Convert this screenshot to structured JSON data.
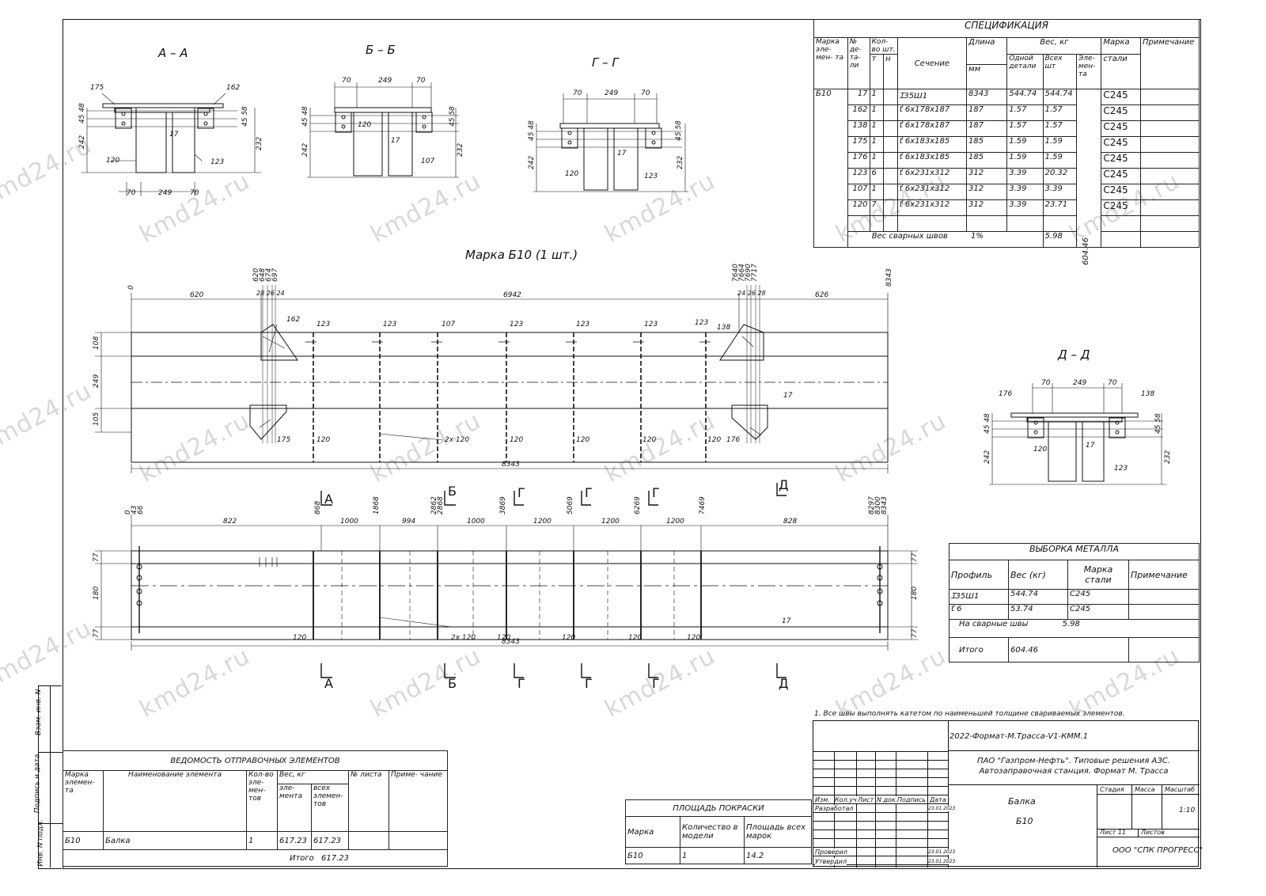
{
  "watermark": "kmd24.ru",
  "sections": {
    "aa": "А – А",
    "bb": "Б – Б",
    "gg": "Г – Г",
    "dd": "Д – Д",
    "mark": "Марка Б10 (1 шт.)"
  },
  "section_cut_labels": [
    "А",
    "Б",
    "Г",
    "Г",
    "Г",
    "Д"
  ],
  "section_dims": {
    "flange": "249",
    "edge": "70",
    "height_l": "242",
    "height_r": "232",
    "hole_l": "45 48",
    "hole_r": "45 58",
    "web": "17",
    "s_aa_parts": [
      "175",
      "162",
      "120",
      "123"
    ],
    "s_bb_parts": [
      "120",
      "107"
    ],
    "s_gg_parts": [
      "120",
      "123"
    ],
    "s_dd_parts": [
      "176",
      "138",
      "120",
      "123"
    ]
  },
  "elev1": {
    "start": "0",
    "d1": "620",
    "d2": "6942",
    "d3": "626",
    "total": "8343",
    "left_ticks": [
      "620",
      "648",
      "674",
      "697"
    ],
    "right_ticks": [
      "7640",
      "7664",
      "7690",
      "7717"
    ],
    "left_stack": "28 26 24",
    "right_stack": "24 26 28",
    "vdims": [
      "108",
      "249",
      "105"
    ],
    "callouts": [
      "162",
      "123",
      "123",
      "107",
      "123",
      "123",
      "123",
      "123",
      "138",
      "17",
      "175",
      "120",
      "2х 120",
      "120",
      "120",
      "120",
      "120",
      "176"
    ]
  },
  "elev2": {
    "ticks": [
      "0",
      "43",
      "66",
      "868",
      "1868",
      "2862",
      "2868",
      "3869",
      "5069",
      "6269",
      "7469",
      "8297",
      "8300",
      "8343"
    ],
    "dims": [
      "822",
      "1000",
      "994",
      "1000",
      "1200",
      "1200",
      "1200",
      "828"
    ],
    "total": "8343",
    "vdims": [
      "77",
      "180",
      "77"
    ],
    "callouts": [
      "17",
      "120",
      "2х 120",
      "120",
      "120",
      "120",
      "120"
    ]
  },
  "spec": {
    "title": "СПЕЦИФИКАЦИЯ",
    "headers": {
      "mark": "Марка эле- мен- та",
      "no": "№ де- та- ли",
      "qty": "Кол-во шт.",
      "t": "т",
      "n": "н",
      "section": "Сечение",
      "length": "Длина",
      "mm": "мм",
      "weight": "Вес, кг",
      "one": "Одной детали",
      "all": "Всех шт",
      "elem": "Эле- мен- та",
      "steel": "Марка",
      "steel2": "стали",
      "note": "Примечание"
    },
    "element_mark": "Б10",
    "rows": [
      {
        "no": "17",
        "qty": "1",
        "section": "Ɪ35Ш1",
        "length": "8343",
        "one": "544.74",
        "all": "544.74",
        "steel": "C245"
      },
      {
        "no": "162",
        "qty": "1",
        "section": "ť 6x178x187",
        "length": "187",
        "one": "1.57",
        "all": "1.57",
        "steel": "C245"
      },
      {
        "no": "138",
        "qty": "1",
        "section": "ť 6x178x187",
        "length": "187",
        "one": "1.57",
        "all": "1.57",
        "steel": "C245"
      },
      {
        "no": "175",
        "qty": "1",
        "section": "ť 6x183x185",
        "length": "185",
        "one": "1.59",
        "all": "1.59",
        "steel": "C245"
      },
      {
        "no": "176",
        "qty": "1",
        "section": "ť 6x183x185",
        "length": "185",
        "one": "1.59",
        "all": "1.59",
        "steel": "C245"
      },
      {
        "no": "123",
        "qty": "6",
        "section": "ť 6x231x312",
        "length": "312",
        "one": "3.39",
        "all": "20.32",
        "steel": "C245"
      },
      {
        "no": "107",
        "qty": "1",
        "section": "ť 6x231x312",
        "length": "312",
        "one": "3.39",
        "all": "3.39",
        "steel": "C245"
      },
      {
        "no": "120",
        "qty": "7",
        "section": "ť 6x231x312",
        "length": "312",
        "one": "3.39",
        "all": "23.71",
        "steel": "C245"
      }
    ],
    "weld_label": "Вес сварных швов",
    "weld_pct": "1%",
    "weld_value": "5.98",
    "element_total": "604.46"
  },
  "metal": {
    "title": "ВЫБОРКА МЕТАЛЛА",
    "h_profile": "Профиль",
    "h_weight": "Вес (кг)",
    "h_steel": "Марка стали",
    "h_note": "Примечание",
    "rows": [
      {
        "profile": "Ɪ35Ш1",
        "weight": "544.74",
        "steel": "C245"
      },
      {
        "profile": "ť 6",
        "weight": "53.74",
        "steel": "C245"
      }
    ],
    "weld_label": "На сварные швы",
    "weld_value": "5.98",
    "total_label": "Итого",
    "total_value": "604.46"
  },
  "note": "1. Все швы выполнять катетом по наименьшей толщине свариваемых элементов.",
  "stamp": {
    "code": "2022-Формат-М.Трасса-V1-КММ.1",
    "project": "ПАО \"Газпром-Нефть\". Типовые решения АЗС. Автозаправочная станция. Формат М. Трасса",
    "item": "Балка",
    "item_mark": "Б10",
    "col_izm": "Изм.",
    "col_koluch": "Кол.уч",
    "col_list": "Лист",
    "col_ndok": "N док.",
    "col_podp": "Подпись",
    "col_data": "Дата",
    "razrab": "Разработал",
    "proveril": "Проверил",
    "utverdil": "Утвердил",
    "date1": "23.01.2023",
    "date2": "23.01.2023",
    "date3": "23.01.2023",
    "stadia": "Стадия",
    "massa": "Масса",
    "masshtab": "Масштаб",
    "scale": "1:10",
    "sheet": "Лист 11",
    "sheets": "Листов",
    "company": "ООО \"СПК ПРОГРЕСС\""
  },
  "side_labels": [
    "Взам. инв. N",
    "Подпись и дата",
    "Инв. N подл."
  ],
  "vedomost": {
    "title": "ВЕДОМОСТЬ ОТПРАВОЧНЫХ ЭЛЕМЕНТОВ",
    "h_mark": "Марка элемен- та",
    "h_name": "Наименование элемента",
    "h_qty": "Кол-во эле- мен- тов",
    "h_weight": "Вес, кг",
    "h_elem": "эле- мента",
    "h_all": "всех элемен- тов",
    "h_sheet": "№ листа",
    "h_note": "Приме- чание",
    "row": {
      "mark": "Б10",
      "name": "Балка",
      "qty": "1",
      "w1": "617.23",
      "w2": "617.23"
    },
    "total_label": "Итого",
    "total_value": "617.23"
  },
  "paint": {
    "title": "ПЛОЩАДЬ ПОКРАСКИ",
    "h_mark": "Марка",
    "h_count": "Количество в модели",
    "h_area": "Площадь всех марок",
    "row": {
      "mark": "Б10",
      "count": "1",
      "area": "14.2"
    }
  }
}
